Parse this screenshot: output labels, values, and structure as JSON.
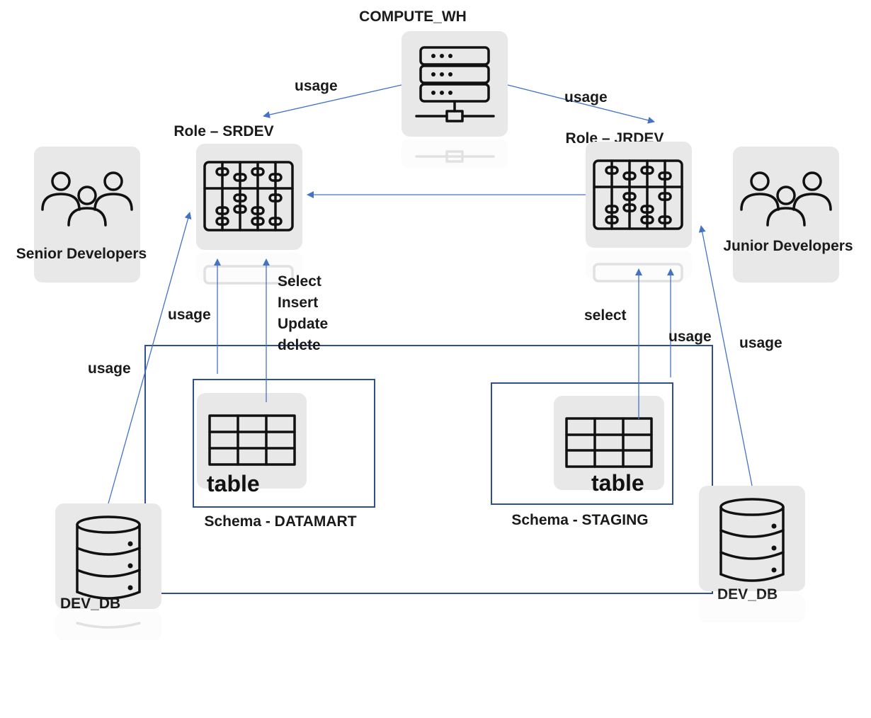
{
  "nodes": {
    "warehouse": "COMPUTE_WH",
    "role_srdev": "Role – SRDEV",
    "role_jrdev": "Role – JRDEV",
    "senior_group": "Senior Developers",
    "junior_group": "Junior Developers",
    "schema_datamart": "Schema - DATAMART",
    "schema_staging": "Schema - STAGING",
    "table_datamart": "table",
    "table_staging": "table",
    "db_left": "DEV_DB",
    "db_right": "DEV_DB"
  },
  "edges": {
    "wh_to_srdev": "usage",
    "wh_to_jrdev": "usage",
    "db_to_srdev": "usage",
    "datamart_usage_srdev": "usage",
    "datamart_privs": [
      "Select",
      "Insert",
      "Update",
      "delete"
    ],
    "staging_select_jrdev": "select",
    "staging_usage_jrdev": "usage",
    "db_to_jrdev": "usage"
  },
  "colors": {
    "arrow": "#4472c4",
    "frame": "#2f4f8f",
    "tile": "#e8e8e8",
    "icon": "#111111"
  }
}
